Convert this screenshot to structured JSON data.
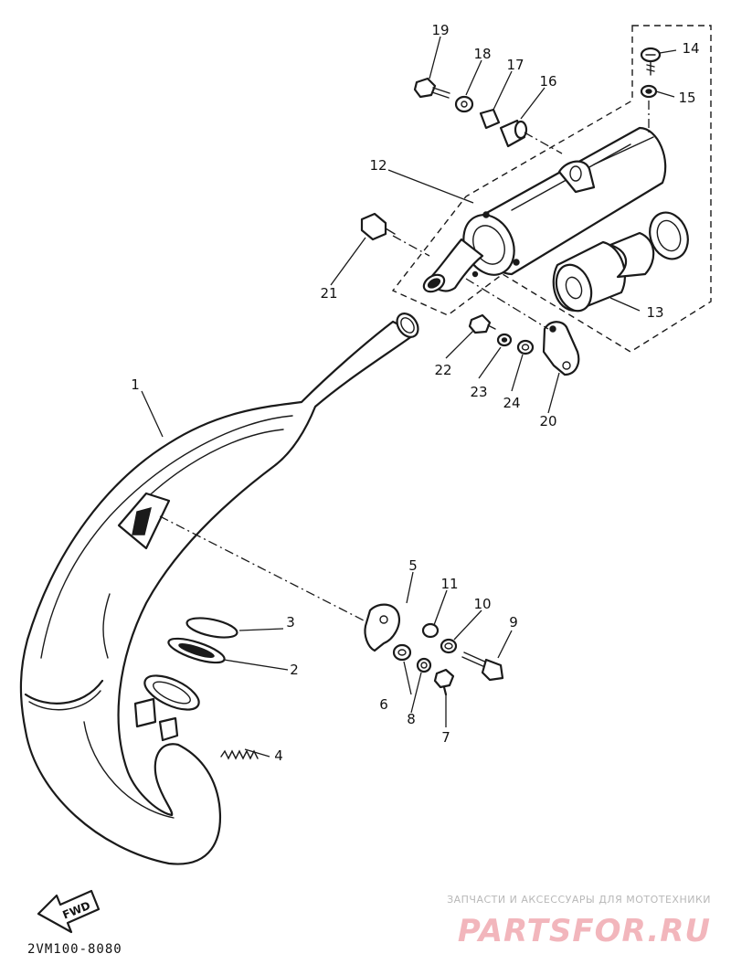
{
  "parts": {
    "p1": "1",
    "p2": "2",
    "p3": "3",
    "p4": "4",
    "p5": "5",
    "p6": "6",
    "p7": "7",
    "p8": "8",
    "p9": "9",
    "p10": "10",
    "p11": "11",
    "p12": "12",
    "p13": "13",
    "p14": "14",
    "p15": "15",
    "p16": "16",
    "p17": "17",
    "p18": "18",
    "p19": "19",
    "p20": "20",
    "p21": "21",
    "p22": "22",
    "p23": "23",
    "p24": "24"
  },
  "fwd_label": "FWD",
  "diagram_code": "2VM100-8080",
  "watermark": {
    "caption": "ЗАПЧАСТИ И АКСЕССУАРЫ ДЛЯ МОТОТЕХНИКИ",
    "logo": "PARTSFOR.RU"
  }
}
